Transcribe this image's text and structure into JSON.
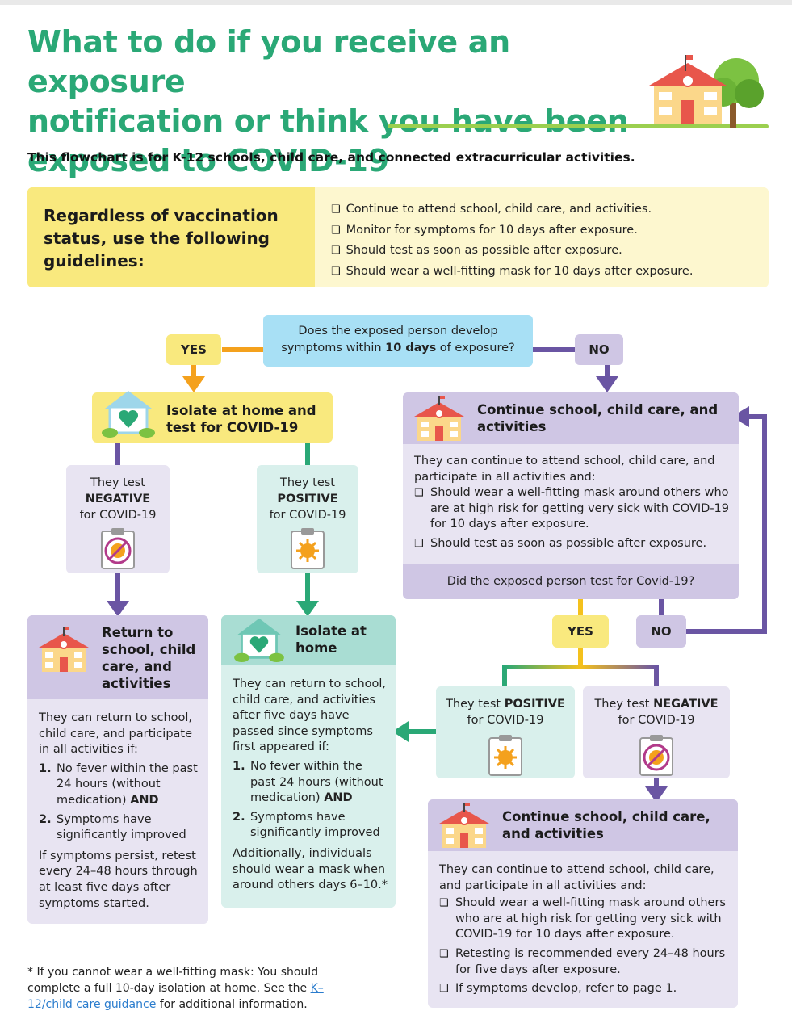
{
  "title": "What to do if you receive an exposure notification or think you have been exposed to COVID-19",
  "title_lines": [
    "What to do if you receive an exposure",
    "notification or think you have been",
    "exposed to COVID-19"
  ],
  "subtitle": "This flowchart is for K-12 schools, child care, and connected extracurricular activities.",
  "guidelines": {
    "title": "Regardless of vaccination status, use the following guidelines:",
    "items": [
      "Continue to attend school, child care, and activities.",
      "Monitor for symptoms for 10 days after exposure.",
      "Should test as soon as possible after exposure.",
      "Should wear a well-fitting mask for 10 days after exposure."
    ]
  },
  "question1": {
    "pre": "Does the exposed person develop symptoms within ",
    "bold": "10 days",
    "post": " of exposure?"
  },
  "yes_label": "YES",
  "no_label": "NO",
  "isolate_test": {
    "title": "Isolate at home and test for COVID-19"
  },
  "test_negative": {
    "pre": "They test",
    "result": "NEGATIVE",
    "post": "for COVID-19"
  },
  "test_positive": {
    "pre": "They test",
    "result": "POSITIVE",
    "post": "for COVID-19"
  },
  "return_school": {
    "title": "Return to school, child care, and activities",
    "intro": "They can return to school, child care, and participate in all activities if:",
    "items": [
      {
        "num": "1.",
        "text": "No fever within the past 24 hours (without medication)",
        "bold": "AND"
      },
      {
        "num": "2.",
        "text": "Symptoms have significantly improved",
        "bold": ""
      }
    ],
    "outro": "If symptoms persist, retest every 24–48 hours through at least five days after symptoms started."
  },
  "isolate_home": {
    "title": "Isolate at home",
    "intro": "They can return to school, child care, and activities after five days have passed since symptoms first appeared if:",
    "items": [
      {
        "num": "1.",
        "text": "No fever within the past 24 hours (without medication)",
        "bold": "AND"
      },
      {
        "num": "2.",
        "text": "Symptoms have significantly improved",
        "bold": ""
      }
    ],
    "outro": "Additionally, individuals should wear a mask when around others days 6–10.*"
  },
  "continue_1": {
    "title": "Continue school, child care, and activities",
    "intro": "They can continue to attend school, child care, and participate in all activities and:",
    "items": [
      "Should wear a well-fitting mask around others who are at high risk for getting very sick with COVID-19 for 10 days after exposure.",
      "Should test as soon as possible after exposure."
    ],
    "question": "Did the exposed person test for Covid-19?"
  },
  "test_positive_2": {
    "pre": "They test ",
    "result": "POSITIVE",
    "post": "for COVID-19"
  },
  "test_negative_2": {
    "pre": "They test ",
    "result": "NEGATIVE",
    "post": "for COVID-19"
  },
  "continue_2": {
    "title": "Continue school, child care, and activities",
    "intro": "They can continue to attend school, child care, and participate in all activities and:",
    "items": [
      "Should wear a well-fitting mask around others who are at high risk for getting very sick with COVID-19 for 10 days after exposure.",
      "Retesting is recommended every 24–48 hours for five days after exposure.",
      "If symptoms develop, refer to page 1."
    ]
  },
  "footnote": {
    "text": "* If you cannot wear a well-fitting mask: You should complete a full 10-day isolation at home. See the",
    "link": "K–12/child care guidance",
    "after": "for additional information."
  },
  "colors": {
    "title_green": "#2aa876",
    "yellow": "#f9e97e",
    "purple": "#6a55a3",
    "lavender": "#e8e4f2",
    "teal_light": "#d9f0ec",
    "teal": "#2aa876",
    "sky": "#a8e0f5",
    "orange": "#f4a11d"
  }
}
